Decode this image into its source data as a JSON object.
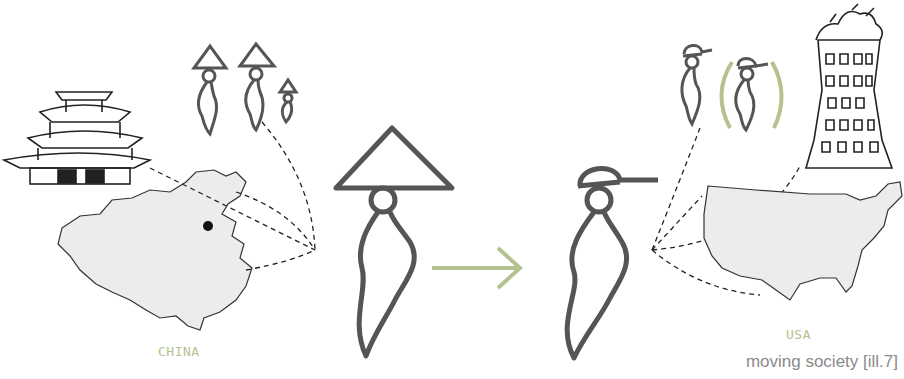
{
  "diagram": {
    "caption": "moving society [ill.7]",
    "labels": [
      "CHINA",
      "USA"
    ]
  }
}
